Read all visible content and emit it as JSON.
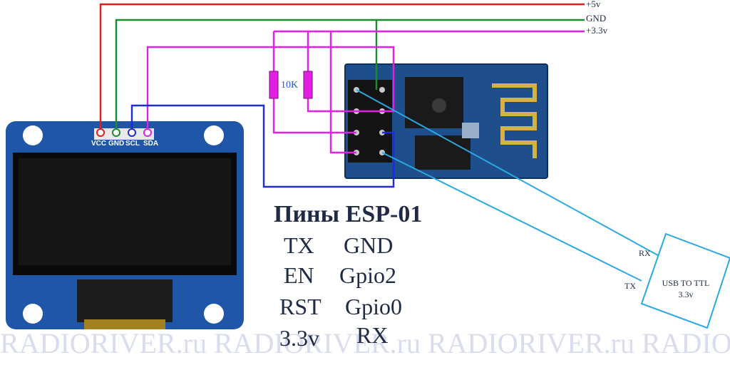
{
  "watermark": "RADIORIVER.ru RADIORIVER.ru RADIORIVER.ru RADIORIVER.ru",
  "rails": {
    "v5": "+5v",
    "gnd": "GND",
    "v33": "+3.3v"
  },
  "oled_pins": [
    "VCC",
    "GND",
    "SCL",
    "SDA"
  ],
  "resistor_label": "10K",
  "pinout": {
    "title": "Пины ESP-01",
    "rows": [
      [
        "TX",
        "GND"
      ],
      [
        "EN",
        "Gpio2"
      ],
      [
        "RST",
        "Gpio0"
      ],
      [
        "3.3v",
        "RX"
      ]
    ]
  },
  "usb": {
    "label_line1": "USB TO TTL",
    "label_line2": "3.3v",
    "rx": "RX",
    "tx": "TX"
  },
  "colors": {
    "v5": "#e11f1f",
    "gnd": "#1c8a2e",
    "v33": "#e31fe3",
    "i2c": "#1f2bd6",
    "uart": "#2aa8e0",
    "pcb": "#1f4e8c"
  }
}
